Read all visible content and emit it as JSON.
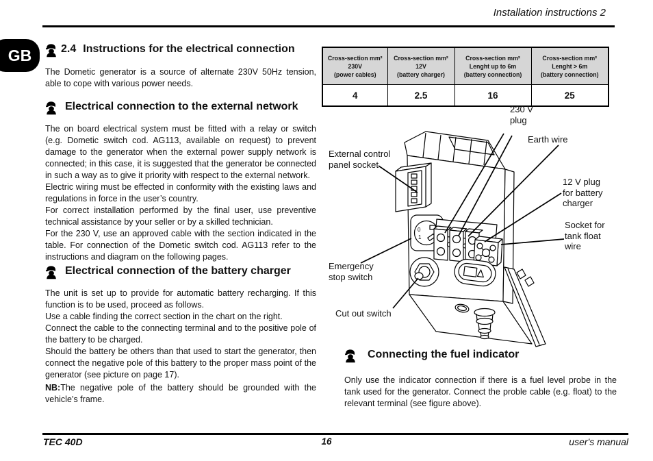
{
  "page": {
    "header_title": "Installation instructions 2",
    "lang_badge": "GB",
    "footer_left": "TEC 40D",
    "footer_center": "16",
    "footer_right": "user's manual"
  },
  "sections": {
    "main": {
      "number": "2.4",
      "title": "Instructions for the electrical connection",
      "intro": "The Dometic generator is a source of alternate 230V 50Hz tension, able to cope with various power needs."
    },
    "external": {
      "title": "Electrical connection to the external network",
      "paragraphs": [
        "The on board electrical system must be fitted with a relay or switch (e.g. Dometic switch cod. AG113, available on request) to prevent damage to the generator when the external power supply network is connected; in this case, it is suggested that the generator be connected in such a way as to give it priority with respect to the external network.",
        "Electric wiring must be effected in conformity with the existing laws and regulations in force in the user’s country.",
        "For correct installation performed by the final user, use preventive technical assistance by your seller or by a skilled technician.",
        "For the 230 V, use an approved cable with the section indicated in the table. For connection of the Dometic switch cod. AG113 refer to the instructions and diagram on the following pages."
      ]
    },
    "battery": {
      "title": "Electrical connection of the battery charger",
      "paragraphs": [
        "The unit is set up to provide for automatic battery recharging. If this function is to be used, proceed as follows.",
        "Use a cable finding the correct section in the chart on the right.",
        "Connect the cable to the connecting terminal and to the positive pole of the battery to be charged.",
        "Should the battery be others than that used to start the generator, then connect the negative pole of this battery to the proper mass point of the generator (see picture on page 17)."
      ],
      "nb_label": "NB:",
      "nb_text": "The negative pole of the battery should be grounded with the vehicle’s frame."
    },
    "fuel": {
      "title": "Connecting the fuel indicator",
      "paragraph": "Only use the indicator connection if there is a fuel level probe in the tank used for the generator. Connect the proble cable (e.g. float) to the relevant terminal (see figure above)."
    }
  },
  "table": {
    "columns": [
      {
        "h1": "Cross-section mm²",
        "h2": "230V",
        "h3": "(power cables)",
        "value": "4"
      },
      {
        "h1": "Cross-section mm²",
        "h2": "12V",
        "h3": "(battery charger)",
        "value": "2.5"
      },
      {
        "h1": "Cross-section mm²",
        "h2": "Lenght up to 6m",
        "h3": "(battery connection)",
        "value": "16"
      },
      {
        "h1": "Cross-section mm²",
        "h2": "Lenght > 6m",
        "h3": "(battery connection)",
        "value": "25"
      }
    ]
  },
  "diagram": {
    "labels": {
      "plug230_1": "230 V",
      "plug230_2": "plug",
      "earth": "Earth wire",
      "ext_1": "External control",
      "ext_2": "panel socket",
      "v12_1": "12 V plug",
      "v12_2": "for battery",
      "v12_3": "charger",
      "float_1": "Socket for",
      "float_2": "tank float",
      "float_3": "wire",
      "emg_1": "Emergency",
      "emg_2": "stop switch",
      "cutout": "Cut out switch"
    },
    "switch_marks": {
      "zero": "0",
      "one": "1"
    }
  }
}
